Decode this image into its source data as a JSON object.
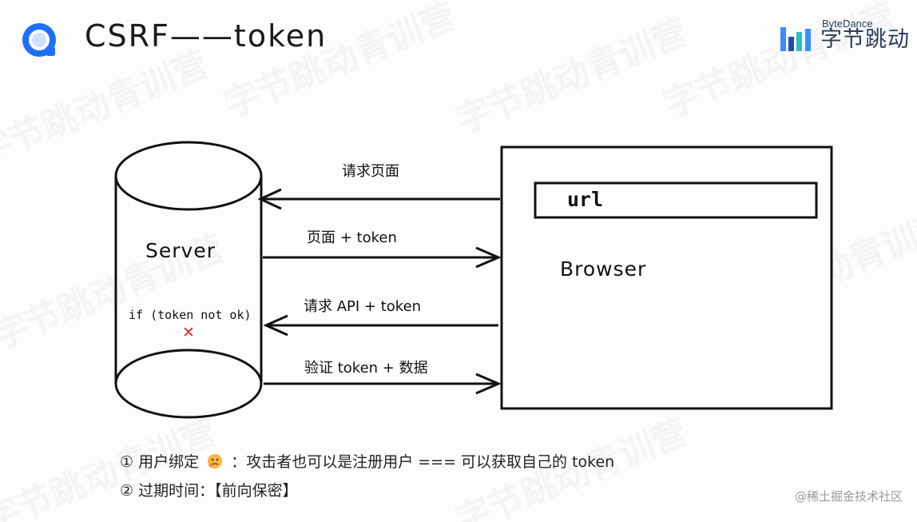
{
  "header": {
    "title": "CSRF——token",
    "brand_en": "ByteDance",
    "brand_cn": "字节跳动"
  },
  "watermark": {
    "text": "字节跳动青训营"
  },
  "diagram": {
    "server_label": "Server",
    "server_condition": "if (token not ok)",
    "server_fail_mark": "✕",
    "browser_label": "Browser",
    "url_label": "url",
    "arrows": [
      {
        "label": "请求页面",
        "direction": "to-server"
      },
      {
        "label": "页面 + token",
        "direction": "to-browser"
      },
      {
        "label": "请求 API + token",
        "direction": "to-server"
      },
      {
        "label": "验证 token + 数据",
        "direction": "to-browser"
      }
    ]
  },
  "notes": {
    "item1_num": "①",
    "item1_prefix": "用户绑定",
    "item1_suffix": "：攻击者也可以是注册用户 === 可以获取自己的 token",
    "item2_num": "②",
    "item2_text": "过期时间：【前向保密】"
  },
  "footer": {
    "credit": "@稀土掘金技术社区"
  },
  "colors": {
    "fail_mark": "#e02a2a",
    "logo_blue": "#1f6fff",
    "brand_blue": "#3b8cff"
  }
}
